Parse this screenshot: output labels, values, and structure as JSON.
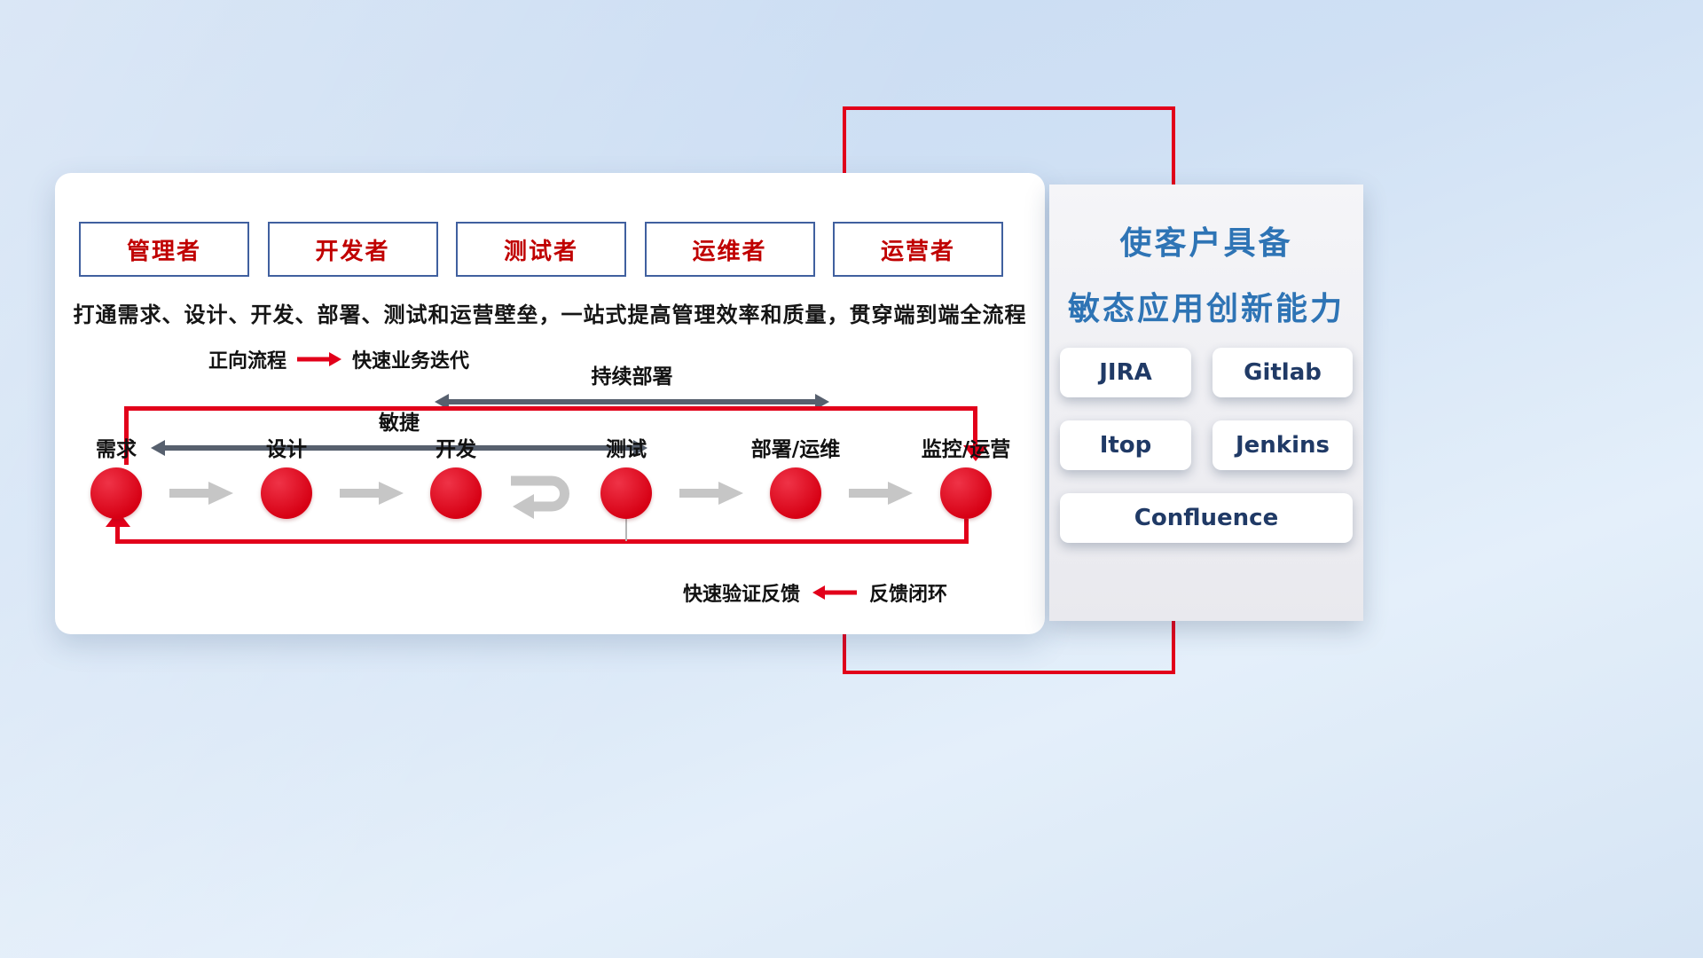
{
  "roles": [
    "管理者",
    "开发者",
    "测试者",
    "运维者",
    "运营者"
  ],
  "subtitle": "打通需求、设计、开发、部署、测试和运营壁垒，一站式提高管理效率和质量，贯穿端到端全流程",
  "legends": {
    "forward_label": "正向流程",
    "forward_desc": "快速业务迭代",
    "feedback_label": "快速验证反馈",
    "feedback_desc": "反馈闭环"
  },
  "flow": {
    "stages": [
      "需求",
      "设计",
      "开发",
      "测试",
      "部署/运维",
      "监控/运营"
    ],
    "agile_label": "敏捷",
    "continuous_deploy_label": "持续部署"
  },
  "panel": {
    "title_line1": "使客户具备",
    "title_line2": "敏态应用创新能力",
    "tools": [
      "JIRA",
      "Gitlab",
      "Itop",
      "Jenkins",
      "Confluence"
    ]
  },
  "colors": {
    "accent_red": "#e2001a",
    "panel_title_blue": "#2e74b5",
    "tool_text_navy": "#203a66",
    "role_border_blue": "#40609f",
    "role_text_red": "#c00000",
    "block_arrow_gray": "#c6c6c6",
    "span_arrow_slate": "#57606e"
  }
}
